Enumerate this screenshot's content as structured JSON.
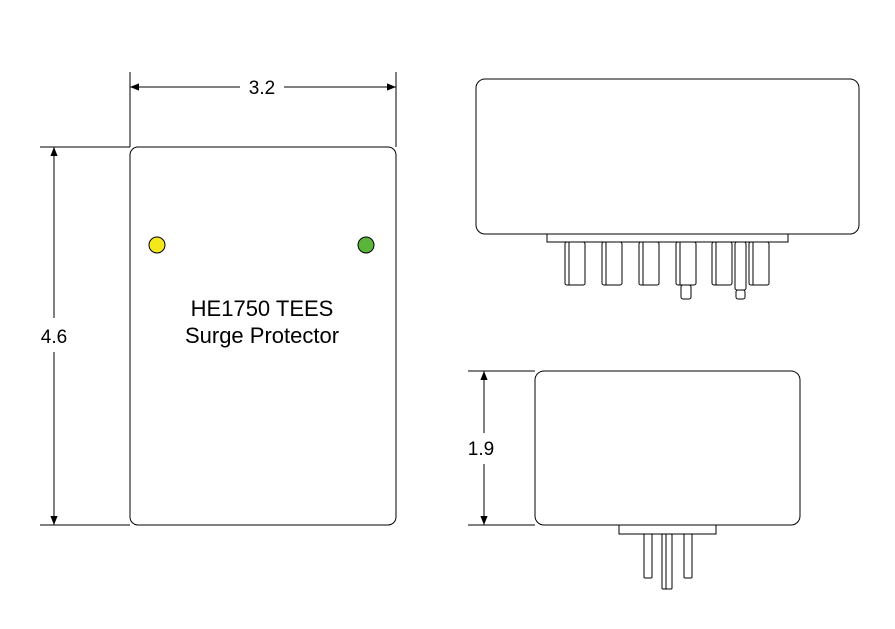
{
  "front_view": {
    "dimensions": {
      "width": "3.2",
      "height": "4.6"
    },
    "label": {
      "line1": "HE1750 TEES",
      "line2": "Surge Protector"
    },
    "leds": [
      {
        "name": "yellow-led",
        "color": "#f4e81c"
      },
      {
        "name": "green-led",
        "color": "#5bb53a"
      }
    ]
  },
  "side_view": {
    "dimensions": {
      "depth": "1.9"
    }
  }
}
